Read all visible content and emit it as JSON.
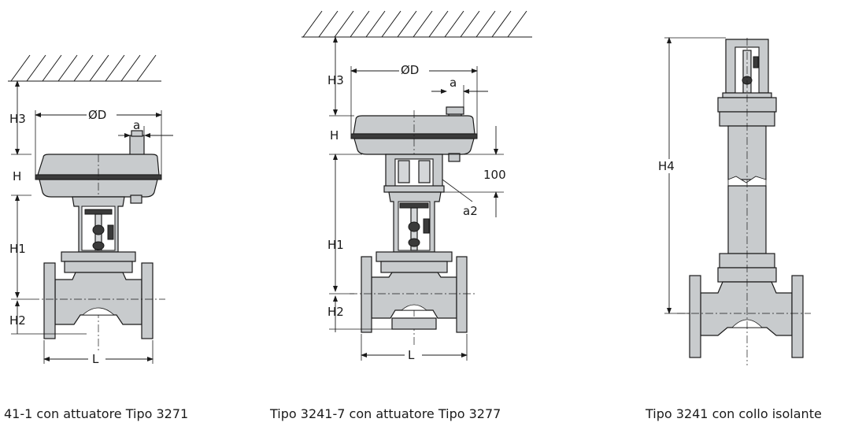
{
  "figures": [
    {
      "caption": "41-1 con attuatore Tipo 3271",
      "labels": {
        "H3": "H3",
        "D": "ØD",
        "a": "a",
        "H": "H",
        "H1": "H1",
        "H2": "H2",
        "L": "L"
      }
    },
    {
      "caption": "Tipo 3241-7 con attuatore Tipo 3277",
      "labels": {
        "H3": "H3",
        "D": "ØD",
        "a": "a",
        "H": "H",
        "dim100": "100",
        "a2": "a2",
        "H1": "H1",
        "H2": "H2",
        "L": "L"
      }
    },
    {
      "caption": "Tipo 3241 con collo isolante",
      "labels": {
        "H4": "H4"
      }
    }
  ]
}
